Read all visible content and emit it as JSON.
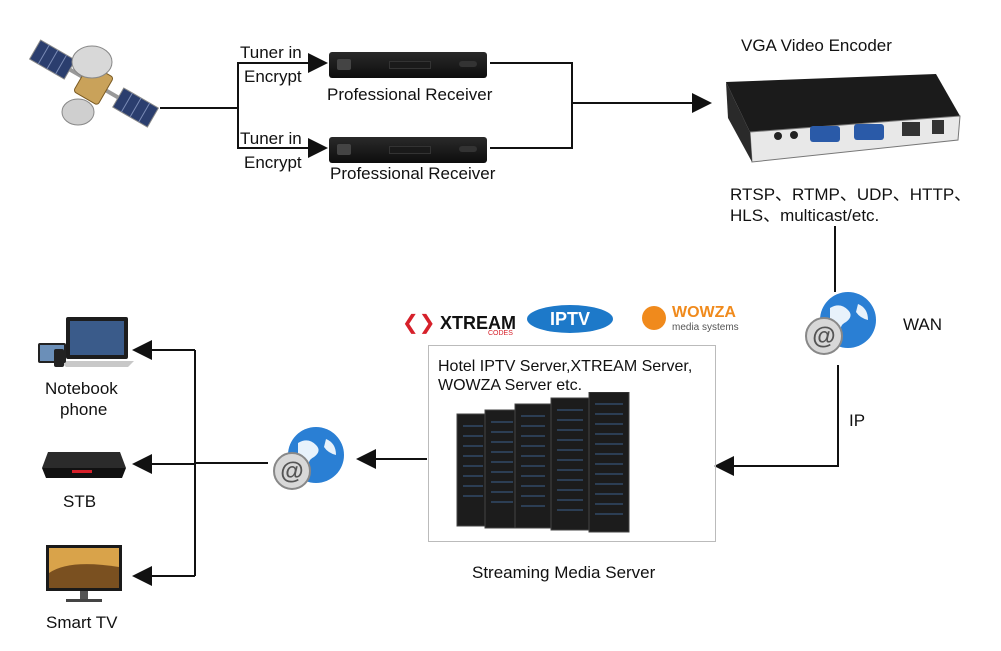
{
  "receivers": [
    {
      "tuner_line1": "Tuner in",
      "tuner_line2": "Encrypt",
      "label": "Professional Receiver"
    },
    {
      "tuner_line1": "Tuner in",
      "tuner_line2": "Encrypt",
      "label": "Professional Receiver"
    }
  ],
  "encoder": {
    "title": "VGA Video Encoder",
    "protocols_line1": "RTSP、RTMP、UDP、HTTP、",
    "protocols_line2": "HLS、multicast/etc."
  },
  "network": {
    "wan_label": "WAN",
    "ip_label": "IP"
  },
  "logos": {
    "xtream": "XTREAM",
    "xtream_sub": "CODES",
    "iptv": "IPTV",
    "wowza": "WOWZA",
    "wowza_sub": "media systems"
  },
  "server": {
    "caption_line1": "Hotel IPTV Server,XTREAM Server,",
    "caption_line2": "WOWZA Server etc.",
    "label": "Streaming Media Server"
  },
  "clients": [
    {
      "line1": "Notebook",
      "line2": "phone"
    },
    {
      "line1": "STB",
      "line2": ""
    },
    {
      "line1": "Smart TV",
      "line2": ""
    }
  ],
  "colors": {
    "line": "#111111",
    "globe": "#2a7fd4",
    "xtream_red": "#d6202a",
    "wowza_orange": "#f08a1c",
    "iptv_blue": "#1d79c9"
  }
}
